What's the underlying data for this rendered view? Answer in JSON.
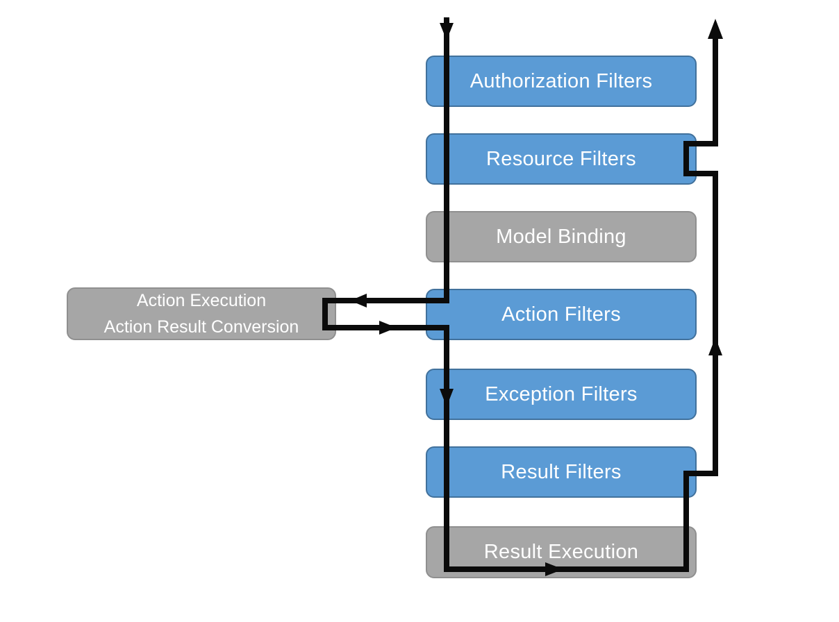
{
  "diagram": {
    "boxes": [
      {
        "id": "authorization-filters",
        "label": "Authorization Filters",
        "style": "blue"
      },
      {
        "id": "resource-filters",
        "label": "Resource Filters",
        "style": "blue"
      },
      {
        "id": "model-binding",
        "label": "Model Binding",
        "style": "gray"
      },
      {
        "id": "action-filters",
        "label": "Action Filters",
        "style": "blue"
      },
      {
        "id": "exception-filters",
        "label": "Exception Filters",
        "style": "blue"
      },
      {
        "id": "result-filters",
        "label": "Result Filters",
        "style": "blue"
      },
      {
        "id": "result-execution",
        "label": "Result Execution",
        "style": "gray"
      }
    ],
    "side_box": {
      "id": "action-execution",
      "label_line1": "Action Execution",
      "label_line2": "Action Result Conversion",
      "style": "gray"
    },
    "flow": {
      "direction_summary": "Request enters top-left, flows down through filters, branches left to action execution and back, exits bottom box and returns up the right side",
      "arrowheads": [
        "down-entry",
        "left-to-action-execution",
        "right-from-action-execution",
        "down-into-exception-filters",
        "right-through-result-execution",
        "up-return-mid",
        "up-exit-top"
      ]
    },
    "colors": {
      "blue_fill": "#5B9BD5",
      "blue_border": "#41719C",
      "gray_fill": "#A6A6A6",
      "gray_border": "#8F8F8F",
      "arrow": "#0B0B0B",
      "text": "#FFFFFF",
      "background": "#FFFFFF"
    }
  }
}
